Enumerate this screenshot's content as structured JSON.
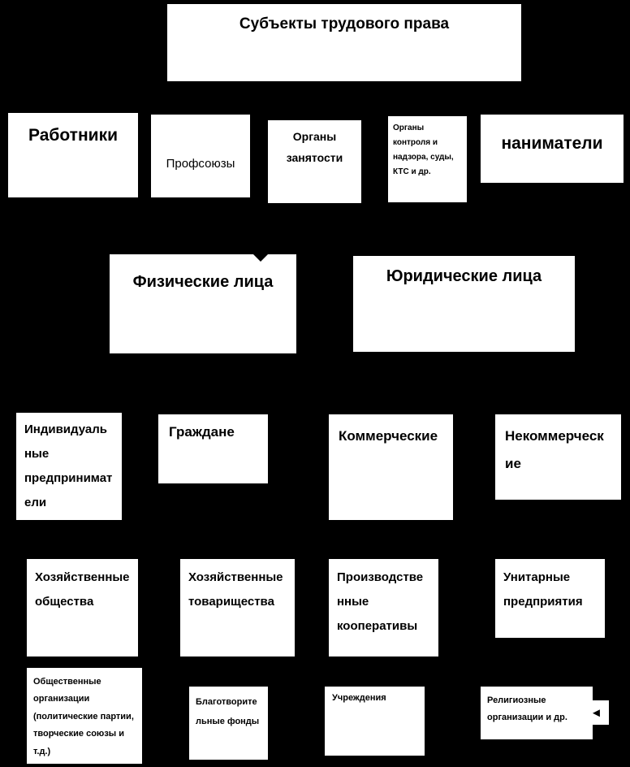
{
  "diagram": {
    "background_color": "#000000",
    "box_fill_color": "#ffffff",
    "text_color": "#000000"
  },
  "icons": {
    "left_arrow": "◄"
  },
  "title": {
    "label": "Субъекты трудового права"
  },
  "level2": [
    {
      "id": "workers",
      "label": "Работники"
    },
    {
      "id": "trade-unions",
      "label": "Профсоюзы"
    },
    {
      "id": "employment-bodies",
      "label": "Органы занятости"
    },
    {
      "id": "control-bodies",
      "label": "Органы контроля и надзора, суды, КТС и др."
    },
    {
      "id": "employers",
      "label": "наниматели"
    }
  ],
  "level3": [
    {
      "id": "physical-persons",
      "label": "Физические лица"
    },
    {
      "id": "legal-entities",
      "label": "Юридические лица"
    }
  ],
  "level4": [
    {
      "id": "individual-entrepreneurs",
      "label": "Индивидуальные предприниматели"
    },
    {
      "id": "citizens",
      "label": "Граждане"
    },
    {
      "id": "commercial",
      "label": "Коммерческие"
    },
    {
      "id": "non-commercial",
      "label": "Некоммерческие"
    }
  ],
  "level5": [
    {
      "id": "business-companies",
      "label": "Хозяйственные общества"
    },
    {
      "id": "business-partnerships",
      "label": "Хозяйственные товарищества"
    },
    {
      "id": "production-cooperatives",
      "label": "Производственные кооперативы"
    },
    {
      "id": "unitary-enterprises",
      "label": "Унитарные предприятия"
    }
  ],
  "level6": [
    {
      "id": "public-organizations",
      "label": "Общественные организации (политические партии, творческие союзы и т.д.)"
    },
    {
      "id": "charitable-foundations",
      "label": "Благотворительные фонды"
    },
    {
      "id": "institutions",
      "label": "Учреждения"
    },
    {
      "id": "religious-organizations",
      "label": "Религиозные организации и др."
    }
  ]
}
